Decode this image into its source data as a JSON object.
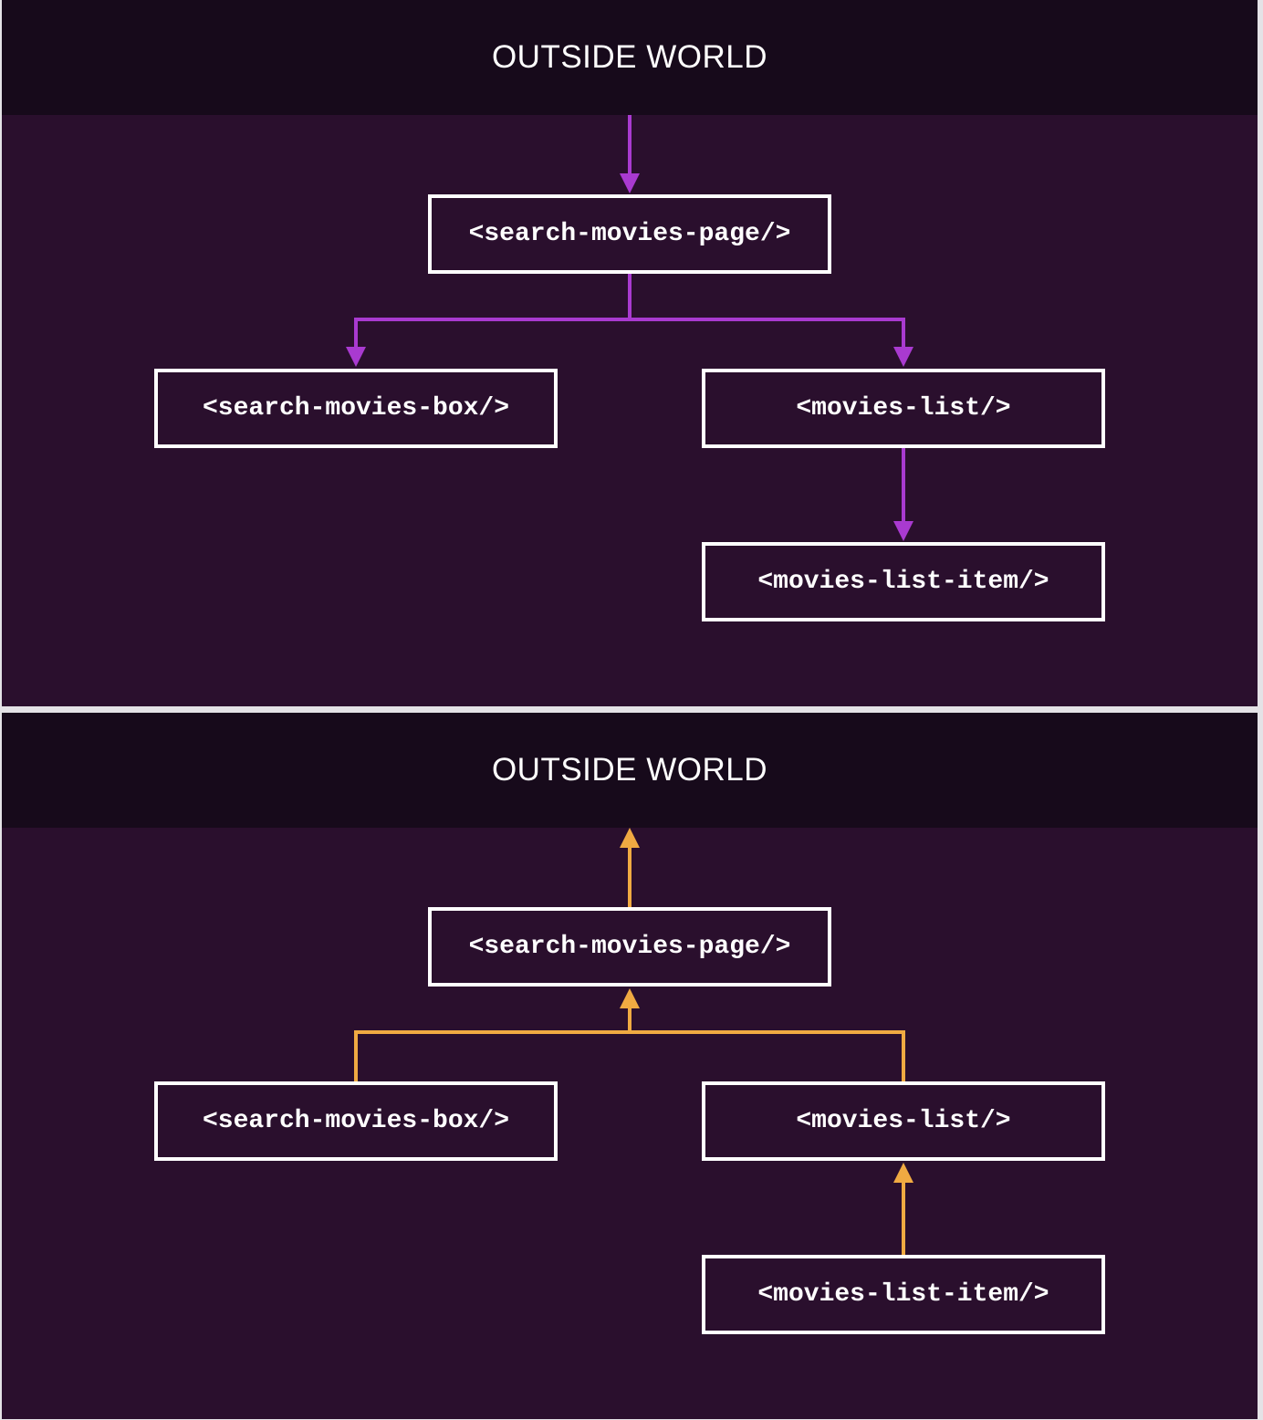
{
  "colors": {
    "panel_bg": "#2a0f2d",
    "header_bg": "#170a1b",
    "down_flow": "#a93ad0",
    "up_flow": "#f0aa42",
    "box_border": "#ffffff"
  },
  "diagrams": [
    {
      "direction": "down",
      "header": "OUTSIDE WORLD",
      "nodes": {
        "page": "<search-movies-page/>",
        "box": "<search-movies-box/>",
        "list": "<movies-list/>",
        "item": "<movies-list-item/>"
      }
    },
    {
      "direction": "up",
      "header": "OUTSIDE WORLD",
      "nodes": {
        "page": "<search-movies-page/>",
        "box": "<search-movies-box/>",
        "list": "<movies-list/>",
        "item": "<movies-list-item/>"
      }
    }
  ]
}
